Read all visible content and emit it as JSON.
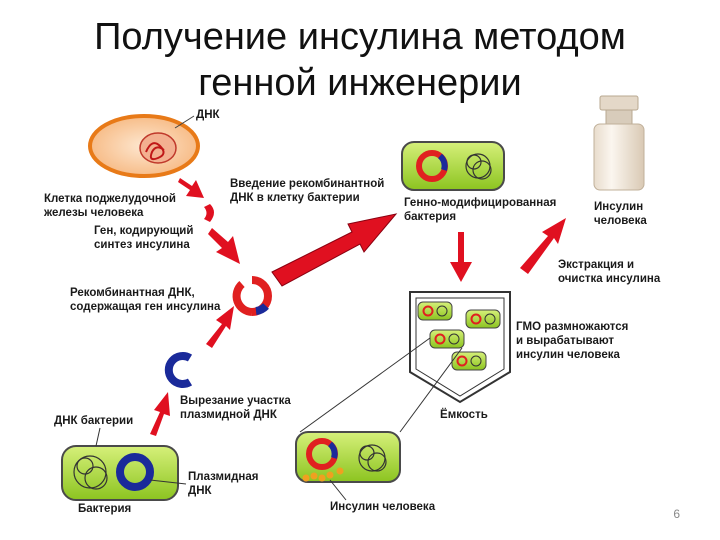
{
  "title": {
    "line1": "Получение инсулина методом",
    "line2": "генной инженерии"
  },
  "labels": {
    "dna": "ДНК",
    "cell": [
      "Клетка поджелудочной",
      "железы человека"
    ],
    "gene": [
      "Ген, кодирующий",
      "синтез инсулина"
    ],
    "recombinant_dna": [
      "Рекомбинантная ДНК,",
      "содержащая ген инсулина"
    ],
    "introduction": [
      "Введение рекомбинантной",
      "ДНК в клетку бактерии"
    ],
    "gmo_bacterium": [
      "Генно-модифицированная",
      "бактерия"
    ],
    "insulin_vial": [
      "Инсулин",
      "человека"
    ],
    "extraction": [
      "Экстракция и",
      "очистка инсулина"
    ],
    "gmo_multiply": [
      "ГМО размножаются",
      "и вырабатывают",
      "инсулин человека"
    ],
    "cutting": [
      "Вырезание участка",
      "плазмидной ДНК"
    ],
    "bacterial_dna": "ДНК бактерии",
    "plasmid_dna": [
      "Плазмидная",
      "ДНК"
    ],
    "bacterium": "Бактерия",
    "container": "Ёмкость",
    "human_insulin": "Инсулин человека"
  },
  "page_number": "6",
  "colors": {
    "arrow": "#e01020",
    "bacterium_fill": "#a8d838",
    "bacterium_stroke": "#4a4a4a",
    "plasmid_blue": "#1a2a9a",
    "recombinant_red": "#e02020",
    "cell_fill": "#f7c79a",
    "cell_stroke": "#e87a18",
    "insulin_dots": "#f0a020"
  }
}
